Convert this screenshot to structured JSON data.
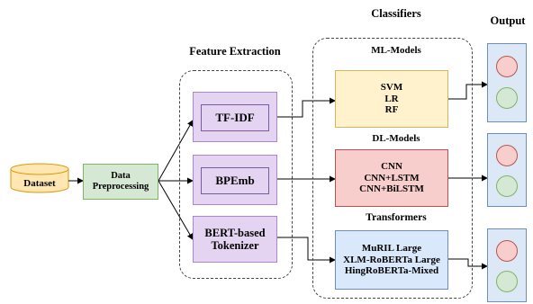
{
  "headers": {
    "feature_extraction": "Feature Extraction",
    "classifiers": "Classifiers",
    "output": "Output"
  },
  "dataset": "Dataset",
  "preprocessing": "Data\nPreprocessing",
  "features": {
    "tfidf": "TF-IDF",
    "bpemb": "BPEmb",
    "bert": "BERT-based\nTokenizer"
  },
  "groups": {
    "ml_title": "ML-Models",
    "dl_title": "DL-Models",
    "tr_title": "Transformers"
  },
  "models": {
    "ml": "SVM\nLR\nRF",
    "dl": "CNN\nCNN+LSTM\nCNN+BiLSTM",
    "tr": "MuRIL Large\nXLM-RoBERTa Large\nHingRoBERTa-Mixed"
  },
  "colors": {
    "dataset_fill": "#ffe6b3",
    "preprocessing_fill": "#d5e8d4",
    "feature_fill": "#e4d4f2",
    "ml_fill": "#fff2cc",
    "dl_fill": "#f8cecc",
    "transformer_fill": "#dae8fc",
    "output_fill": "#dde8f7",
    "output_red": "#f8cecc",
    "output_green": "#d5e8d4"
  }
}
